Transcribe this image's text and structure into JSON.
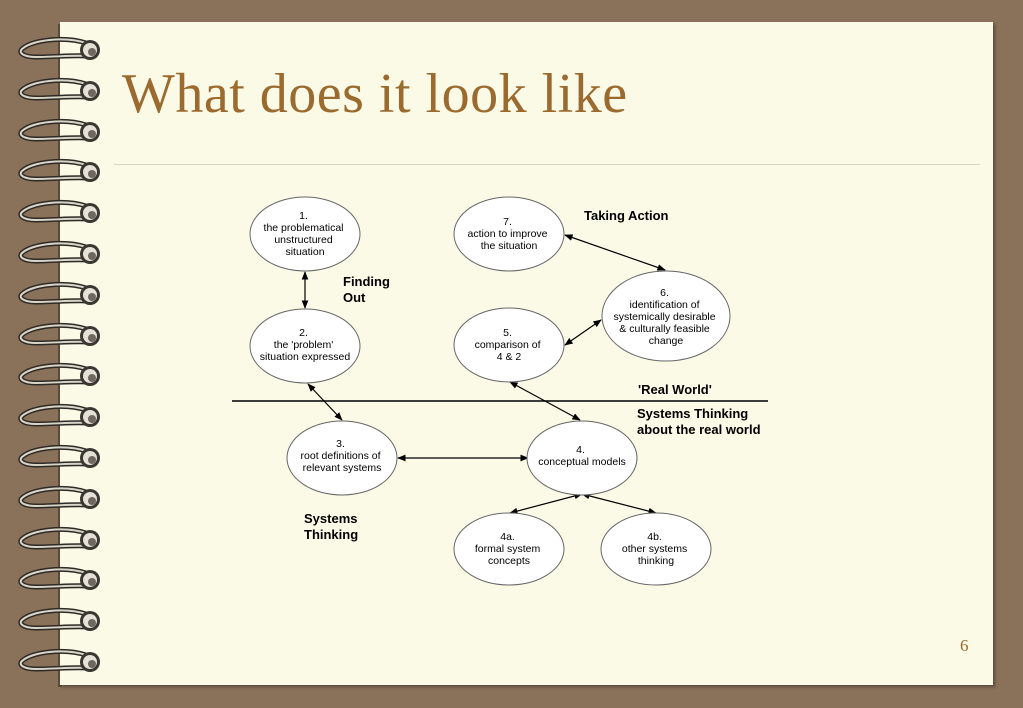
{
  "slide": {
    "title": "What does it look like",
    "page_number": "6"
  },
  "nodes": {
    "n1": [
      "1.",
      "the problematical",
      "unstructured",
      "situation"
    ],
    "n2": [
      "2.",
      "the 'problem'",
      "situation expressed"
    ],
    "n3": [
      "3.",
      "root definitions of",
      "relevant systems"
    ],
    "n4": [
      "4.",
      "conceptual models"
    ],
    "n4a": [
      "4a.",
      "formal system",
      "concepts"
    ],
    "n4b": [
      "4b.",
      "other systems",
      "thinking"
    ],
    "n5": [
      "5.",
      "comparison of",
      "4 & 2"
    ],
    "n6": [
      "6.",
      "identification of",
      "systemically desirable",
      "& culturally feasible",
      "change"
    ],
    "n7": [
      "7.",
      "action to improve",
      "the situation"
    ]
  },
  "labels": {
    "taking_action": "Taking Action",
    "finding_out": [
      "Finding",
      "Out"
    ],
    "real_world": "'Real World'",
    "systems_thinking_real_world": [
      "Systems Thinking",
      "about the real world"
    ],
    "systems_thinking": [
      "Systems",
      "Thinking"
    ]
  },
  "colors": {
    "frame": "#8a7159",
    "page": "#fbfae6",
    "title": "#9b6a2f"
  }
}
